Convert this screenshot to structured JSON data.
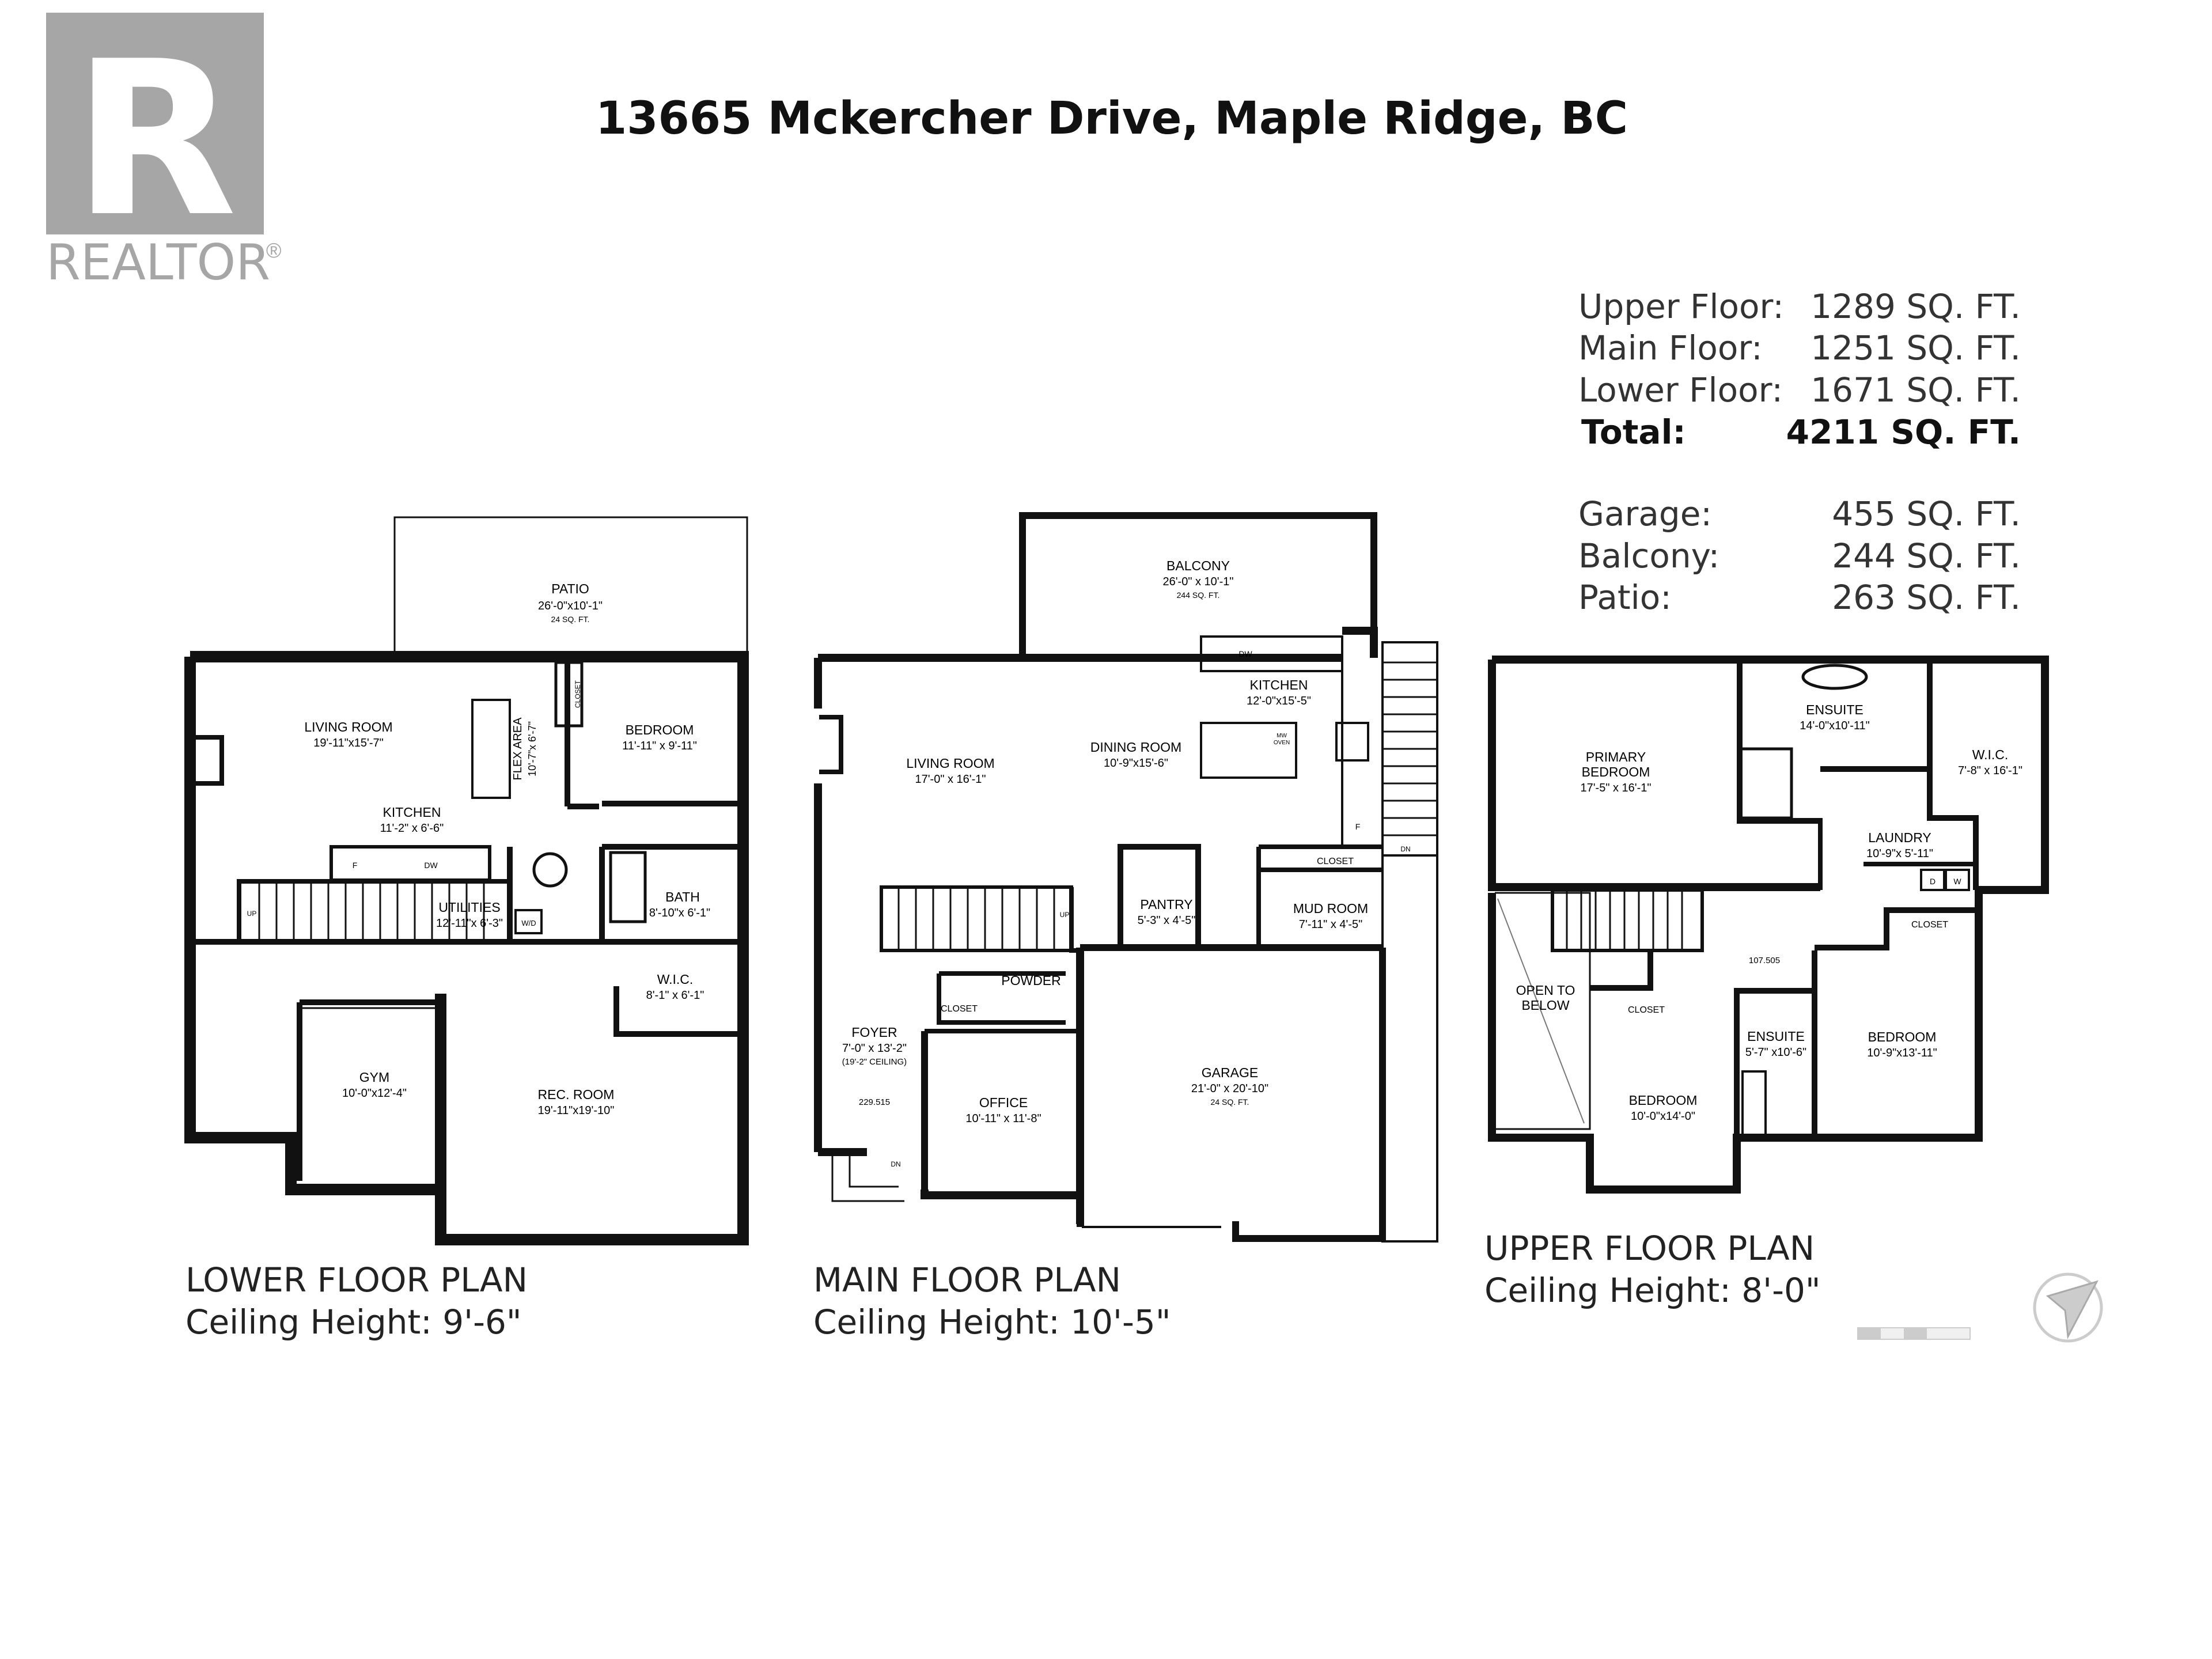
{
  "logo": {
    "letter": "R",
    "wordmark": "REALTOR",
    "reg": "®"
  },
  "title": "13665 Mckercher Drive, Maple Ridge, BC",
  "summary": [
    {
      "label": "Upper Floor:",
      "value": "1289 SQ. FT.",
      "bold": false
    },
    {
      "label": "Main Floor:",
      "value": "1251 SQ. FT.",
      "bold": false
    },
    {
      "label": "Lower Floor:",
      "value": "1671 SQ. FT.",
      "bold": false
    },
    {
      "label": "Total:",
      "value": "4211 SQ. FT.",
      "bold": true
    },
    {
      "label": "Garage:",
      "value": "455 SQ. FT.",
      "bold": false
    },
    {
      "label": "Balcony:",
      "value": "244 SQ. FT.",
      "bold": false
    },
    {
      "label": "Patio:",
      "value": "263 SQ. FT.",
      "bold": false
    }
  ],
  "floors": {
    "lower": {
      "name": "LOWER FLOOR PLAN",
      "ceiling": "Ceiling Height: 9'-6\"",
      "rooms": [
        {
          "name": "PATIO",
          "dims": "26'-0\"x10'-1\"",
          "area": "24 SQ. FT."
        },
        {
          "name": "LIVING ROOM",
          "dims": "19'-11\"x15'-7\""
        },
        {
          "name": "BEDROOM",
          "dims": "11'-11\" x 9'-11\""
        },
        {
          "name": "KITCHEN",
          "dims": "11'-2\" x 6'-6\""
        },
        {
          "name": "UTILITIES",
          "dims": "12'-11\"x 6'-3\""
        },
        {
          "name": "BATH",
          "dims": "8'-10\"x 6'-1\""
        },
        {
          "name": "W.I.C.",
          "dims": "8'-1\" x 6'-1\""
        },
        {
          "name": "GYM",
          "dims": "10'-0\"x12'-4\""
        },
        {
          "name": "REC. ROOM",
          "dims": "19'-11\"x19'-10\""
        }
      ],
      "flex": {
        "name": "FLEX AREA",
        "dims": "10'-7\"x 6'-7\""
      },
      "labels": {
        "closet": "CLOSET",
        "f": "F",
        "dw": "DW",
        "wd": "W/D",
        "up": "UP"
      }
    },
    "main": {
      "name": "MAIN FLOOR PLAN",
      "ceiling": "Ceiling Height: 10'-5\"",
      "rooms": [
        {
          "name": "BALCONY",
          "dims": "26'-0\" x 10'-1\"",
          "area": "244 SQ. FT."
        },
        {
          "name": "KITCHEN",
          "dims": "12'-0\"x15'-5\""
        },
        {
          "name": "LIVING ROOM",
          "dims": "17'-0\" x 16'-1\""
        },
        {
          "name": "DINING ROOM",
          "dims": "10'-9\"x15'-6\""
        },
        {
          "name": "PANTRY",
          "dims": "5'-3\" x 4'-5\""
        },
        {
          "name": "MUD ROOM",
          "dims": "7'-11\" x 4'-5\""
        },
        {
          "name": "POWDER",
          "dims": ""
        },
        {
          "name": "FOYER",
          "dims": "7'-0\" x 13'-2\"",
          "extra": "(19'-2\" CEILING)"
        },
        {
          "name": "OFFICE",
          "dims": "10'-11\" x 11'-8\""
        },
        {
          "name": "GARAGE",
          "dims": "21'-0\" x 20'-10\"",
          "area": "24 SQ. FT."
        }
      ],
      "labels": {
        "closet": "CLOSET",
        "dw": "DW",
        "f": "F",
        "elev": "229.515",
        "mw": "MW",
        "oven": "OVEN",
        "up": "UP",
        "dn": "DN"
      }
    },
    "upper": {
      "name": "UPPER FLOOR PLAN",
      "ceiling": "Ceiling Height: 8'-0\"",
      "rooms": [
        {
          "name": "ENSUITE",
          "dims": "14'-0\"x10'-11\""
        },
        {
          "name": "PRIMARY",
          "name2": "BEDROOM",
          "dims": "17'-5\" x 16'-1\""
        },
        {
          "name": "W.I.C.",
          "dims": "7'-8\" x 16'-1\""
        },
        {
          "name": "LAUNDRY",
          "dims": "10'-9\"x 5'-11\""
        },
        {
          "name": "OPEN TO",
          "name2": "BELOW"
        },
        {
          "name": "BEDROOM",
          "dims": "10'-0\"x14'-0\""
        },
        {
          "name": "ENSUITE",
          "dims": "5'-7\" x10'-6\""
        },
        {
          "name": "BEDROOM",
          "dims": "10'-9\"x13'-11\""
        }
      ],
      "labels": {
        "closet": "CLOSET",
        "d": "D",
        "w": "W",
        "elev": "107.505"
      }
    }
  },
  "colors": {
    "logo_grey": "#a6a6a6",
    "wall": "#111111",
    "text": "#111111"
  }
}
